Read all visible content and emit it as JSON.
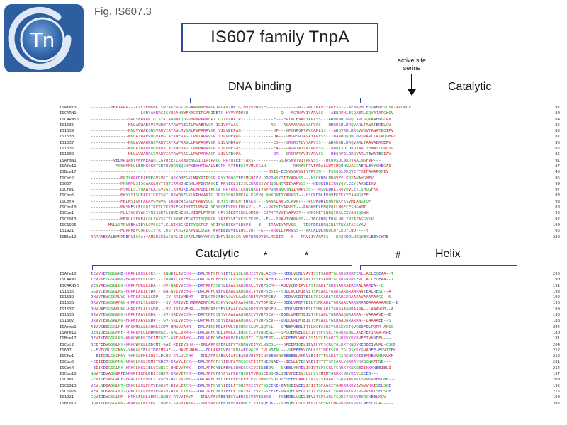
{
  "header": {
    "fig_label": "Fig. IS607.3",
    "title": "IS607 family TnpA",
    "logo_text": "Tn"
  },
  "annotations": {
    "top": {
      "active_site_line1": "active site",
      "active_site_line2": "serine",
      "dna_binding": "DNA binding",
      "catalytic": "Catalytic"
    },
    "bottom": {
      "catalytic": "Catalytic",
      "helix": "Helix",
      "star1": "*",
      "star2": "*",
      "hash": "#"
    }
  },
  "colors": {
    "bracket": "#2b4a9a",
    "residue_hydrophobic": "#cc2222",
    "residue_basic": "#cc22cc",
    "residue_acidic": "#2233cc",
    "residue_polar": "#22aa22",
    "residue_other": "#555555"
  },
  "alignment_top": [
    {
      "name": "ISAfe10",
      "seq": "--------MEPIRPP---LVLVFMGNKLSDYAKERGIGYRAANNWFKAGRIPGANIDETG HVVVPDPSE-------------R---MGTKAVIYARVSS---AENRPHLESQAERLSQYATARGWQV",
      "num": "97"
    },
    {
      "name": "ISCARN1",
      "seq": "--------------------LSDYAKERGIGYRAANNWFKAGRIPGANIDETG HVVVFDPSE-------------Q---MGTKAVIYARVSS---AENRPHLESQAERLSQYATARGWQV",
      "num": "80"
    },
    {
      "name": "ISCARN56",
      "seq": "---------------VRLSEWARRTGISYKTANNWTQDGVMPVRWRKLPT GTIVVDA-P-------------E---EPIVCEVALYARVSS---ADQRNDLDRQLARLSQYAAENGLRV",
      "num": "84"
    },
    {
      "name": "IS1535",
      "seq": "---------------MNLADWAESVGVNRHTAYRWFREGTLPVAERVGR ILIVKTAAS-------------AS---ASAAAGVVLYARVSS---HDRRSDLDRQVARLTAWATERDLGV",
      "num": "85"
    },
    {
      "name": "IS1539",
      "seq": "---------------MNLVVWAEGNGVARVIAYRWLRVGRLPVPARRVGR VILVDEPAG-------------QP---GPGNRGRTAVCARLSS---ADQVRDLDRQVVGVTAWATEQIPV",
      "num": "85"
    },
    {
      "name": "IS1538",
      "seq": "---------------MNLATWAERNGVAPGTAYRWFRAGLLPVTARRVGR VILVDEPAG-------------DA---GMGRSRTAVAYARVSS---DAADQQQDLDRQVARLTATAQGMPV",
      "num": "87"
    },
    {
      "name": "IS1537",
      "seq": "---------------MNLAVWARRNGVARVIAYRWFRAGLLPVPAQRVGR LILVNDPAV-------------ES---SRGRSTLVYARVSS---ADQKSDLDRQVARLTAAVAERGEPV",
      "num": "85"
    },
    {
      "name": "IS1536",
      "seq": "---------------MNLATWARRNGVARVTAYRWFRAGLLPVPARRVGR LILVDEIAS-------------EA---GAGRTATVAYARVSS---ADQKSDLDRQVARLTEWASTOPLSV",
      "num": "85"
    },
    {
      "name": "IS1602",
      "seq": "---------------MNLAVWARRSGVARVIAYRWFRAGLLPVPARKAGR LILVTDQPA-------------DR---SRSRATAVIYARVSS---HDQRPDLDRQVARLTEWATEQIAV",
      "num": "85"
    },
    {
      "name": "ISArma1",
      "seq": "---------VEDKPIAKYVKPKEAAQILGVHEETLRRWDENGSITIRTPAGQ RRYNVEEYTAKS----------GSDRSKVTVIYARVSS---HKQQSDLNRQVAALNSFVP---",
      "num": "91"
    },
    {
      "name": "ISAfe11",
      "seq": "----------MSNKKMNQLENKKQKKTSETEVNRNEQSHFKEHHRRWALLEGRH RYFDESCVVMLKGAN-----------RKNASPTVFFDALLWVIMQEHNVASGAERLEYYSHEGAI",
      "num": "87"
    },
    {
      "name": "ISBce17",
      "seq": "-----------------------------------------------------------------------MSIQ-EENVNGKVVIYTRVSN---PSQQDLDRQVEFFKIFANARGMIV",
      "num": "45"
    },
    {
      "name": "ISCbt2",
      "seq": "------------MNTYKPKDFAENEGVSVKTLQRKDMEGKLMAYRTPSGR RYYTHQQYEEYMGHIEV-QDRDNSKTIIYARVSS---NSQKDDLNRQVEFLKQYANAHGMEV",
      "num": "95"
    },
    {
      "name": "IS607",
      "seq": "------------MNNRMLSISQAAKLGVTIQTIRRWDNEGKLKPDKTAGGE RRYEKLSEISLERRKSIVVHQDLNTRIIYARVSS---HDQKEDLIRQVQYLEEYCAKGEIKV",
      "num": "99"
    },
    {
      "name": "ISCfe1",
      "seq": "------------MSKLLSISQAASKAIGVIGTIRRWDKEGKLKPDELTAGGE RRYRKLTLKNINKKIVNPPDNKNNKTNIIYARVSS---HSQKDDLIRQVQVLEYCSHQGFKV",
      "num": "97"
    },
    {
      "name": "ISCbo6",
      "seq": "------------MKYYSISQFAKLIGKTSQTLRRWDNEGKLKPHVARTG TRYYSQQLNNFLGLKSEVQLNNKQNIIYARVST---HSQKDDLERQVEKFKKYFANNGYEF",
      "num": "93"
    },
    {
      "name": "ISCbt4",
      "seq": "------------MELMSIGKFAKRVGVNVRTIRRWEAEGKLFPAWVSGG TRYYSTDQLNYFDKKR----NANKLAVGYCRVNT---PQQKDDLENQVNKFKSVMIANGYQF",
      "num": "93"
    },
    {
      "name": "ISCbo10",
      "seq": "------------MKSKEVLELLQITRFTLTKYVKEGKIHTITLPNGR YDYNQEDVFKLFNKGV---E---RKTYIYARVST---PKQKNDLENQVQLLMQFCFSHGWMI",
      "num": "88"
    },
    {
      "name": "ISCbe1",
      "seq": "------------MLLSVQKVAKIYNISSRTLINWENEGKLKIIPLPTPGR HRYSEEEVIKKLGMIK--EKPKFTVVIYARVST---NKQKEYLNRQIRKLEEYANSQGWK",
      "num": "95"
    },
    {
      "name": "ISC1913",
      "seq": "------------MERLLSFKEACQLIGVSSTTLRNWIKEGKITTYQSPGR YRIFYSEIKKYLEKPE---E---IRAVIYARVSS---TDQRDDLERQLNHLTNYATAGGYKV",
      "num": "92"
    },
    {
      "name": "ISC1926",
      "seq": "-------MNLLSTNVFEKAIEYLGVSSSTLKLWIKEGKIITYQSPGR YRIFYSEIKKYLEKPE---E---IRAVIYARVSS---TDQRDDLERQINLYTNYATAGGYKV",
      "num": "100"
    },
    {
      "name": "IS1921",
      "seq": "------------MLRPKEVCQRLGISYRTLQSYVKRGYIKPVILQGGR WRFEEEDVEKLMGIVR---K---RRVILYARVSS---NKQKDDLNRQLNYLEQYCWD----Y",
      "num": "95"
    },
    {
      "name": "ISBlo12",
      "seq": "ARRRAEKALEANRDERVISCorfAMLRSKEACQRLGISYATLREYYKRGYIKPVILQGGR WRFEEEDVEKLMGIIR---K---RRVIIYARVSS---NKQKDDLNRQVEYLEEYCKRE",
      "num": "289"
    }
  ],
  "alignment_bottom": [
    {
      "name": "ISAfe10",
      "seq": "IEVVKETGSGVND-HRRKLEKLLQRS---INNDILIVEHK---DRLTRFGFHYIDTLLSQLGRHIEVVNLAEHD---KEDLVQDLVAVIYSFSARMYGLRRSRRRTERLLACLEQEAA--T",
      "num": "206"
    },
    {
      "name": "ISCARN1",
      "seq": "IEVVKETGSGVND-HRRKLEKLLQRS---INNDILIVEHK---DRLTRFGFHYIDTLLSQLGRHIEVVNLAEHD---KEDLVQDLVAVIYSFSARMYGLRRSRRRTERLLACLEQEAA--T",
      "num": "190"
    },
    {
      "name": "ISCARN56",
      "seq": "VESVAEVGSGLNG-HRRKVWRLLLDA---HV-NAIVVEHR---DRFARFSSEYLEAALSARGRRLLVVDPSEM---ADLVQDMIAVLTSFCARLYGRRSARRAIRERALARREA--Q",
      "num": "191"
    },
    {
      "name": "IS1535",
      "seq": "GGVVCEVGSGLNG-HRRKLARILSDP---DA-NVIVVEHR---DRLARFGVEHLEAALSAQGRRIVVVDPSET---TDDLVCDMIEVLTSMCARLYGRRSARNRAMRAVTEALRESQ--A",
      "num": "193"
    },
    {
      "name": "IS1539",
      "seq": "DHVVTEVGSSALVG-HRRKFILLLGDP---IV-RRIVMEHR---DRLGRFGFECVQAVLAADGRRIVVVDPSEV---DDDVVQDITEILTSICARLYGRARGRRAARAVAAARAAGQ--N",
      "num": "192"
    },
    {
      "name": "IS1538",
      "seq": "DRVVTEVGSGAFNG-HRRKFLSLLRDP---SV-RRIVVEHRDRADRFCRLGSKYVQAAFAAQGRRLVVVDPSEV---DDDLVRDMTEILTSMCARLYGKRAAEARRNRRADAAAAAAAGE--D",
      "num": "196"
    },
    {
      "name": "IS1537",
      "seq": "DHVVAEGGSAMLNG-HRRKFLALLGDP---VV-IRIVVEHR---DRFCRFGSEYVEAALVAQGRRIVVVDPSEV---DDDLVRDMTEILTSMCARLYGRRAAQNRAARA--LAAAVGD--A",
      "num": "190"
    },
    {
      "name": "IS1536",
      "seq": "DRVVTEVGSGVNG-HRRKFPAYLRDL---SV-SRIVVEHR---DRFCRFGSEYVHAALAAQGRRIVVVDPSEV---DDDLVRDMTEILTSMCARLYGRRAAQNRARRA--VAAAAVD--D",
      "num": "190"
    },
    {
      "name": "IS1602",
      "seq": "DRVVTEVGSALNG-HRRKFAAVLRDP---GV-SRIVVEHR---DRFARFGSEYVEAALAAQGRRIVVVDPSEV---DDDLVRDMTEILTSMCARLYGKRAAQNRARRA--LAAAAEE--S",
      "num": "188"
    },
    {
      "name": "ISArma1",
      "seq": "AEVVSEIGGGLNF-KRSKMLALLGHHLSGDV-HMVVVAHR---DRLAINGFDLFRWLCEQNRCSLNVLNQTSL---SPEEMVEDLITILHCFSSRIYGRSKYKTQVKEDFDLPQRR-ANSS",
      "num": "204"
    },
    {
      "name": "ISAfe11",
      "seq": "DENVQEIGSGMNF--HRRRFLGLMDMQRGEI-GHLLVAHR---DRLVRFGYDLIMRLAIENGCEIVVVNQESL---SPQQEMVEDLLSIVTSFCSRIYGRRKKNKLAKEPEYIKVA-KRE",
      "num": "180"
    },
    {
      "name": "ISBce17",
      "seq": "DEVIKDIGSGLNY-KRKGWNRLIDKIMTGEI-GRIVVAHK---DRLVRFGYEWIKRVCEANGVEILTVNEEPT---VSPEEELVKDLISIVTCFSARIYGRRKYKKRVEEIVKNDFV---",
      "num": "181"
    },
    {
      "name": "ISCbt2",
      "seq": "DEIFEDVGSGLNY-KRKGWNKLLEDCMI-GAI-KIIIVSHK---DRLARFGFDFLEFVYKNNGVEIVVLNNESL---SPEEMIQDLIEVIHVFSCRLYGLRKYKNQVKEDDEIVNRL-QSGD",
      "num": "204"
    },
    {
      "name": "IS607",
      "seq": "--EVIQDLGSGMNY-YKKGLYELLIDRIMKAE---HAVIVAHK---DRLARFGVELIKNLAEKNGCELIVLNDTNL---SPEEEMVQDLLSIIHKFSCRLYGLRSYKKQVADEE-EGVTTEK",
      "num": "212"
    },
    {
      "name": "ISCfe1",
      "seq": "--EIIQDLGSGMNY-YKKGLFKLIWLILDGEV-KRLVLTHK---DRLARFGAELVIAFCEAKEVEIVIINKEEEVNVEEEEELAKDVLEIIYTFSARLYGSRKNKKKIDEMREVVNNNVKM",
      "num": "212"
    },
    {
      "name": "ISCbo6",
      "seq": "-EIIIDISSGMNN-NRKGLNKLIDMITKDEV-ERVVLIYK---DRLTRFGFSYIEHFLVNCGCKFIITVNEQNAE---IEVLLTEQVRDIIYTVTSFCGRLYGRRRYKKSQNKPFNE---",
      "num": "201"
    },
    {
      "name": "ISCbt4",
      "seq": "-EIIKDIGSGLNY-KRKGLKKLIELVINNSI-HHIVVTHK---DRLARFGYELFEHLCEHKGCKIVIINEEDN---SKEELYNRDLIQIVTCFSGRLYGRRKYKNKNEIIKKKNEEIELI",
      "num": "214"
    },
    {
      "name": "ISCbo10",
      "seq": "NNVFQDVASGIRFDNRKRFIKMLDDIIQNKV-ERVVITYK---DRLTRFGFEYFYLFRKYNCKIVVMNSEIGSKDLSDEVFEEIVSLLHCYSMRMYGRRKCNRYKEVLQEED---",
      "num": "197"
    },
    {
      "name": "ISCbe1",
      "seq": "-EVISEIASGVDF-HRRGLLKLVDKIIRGEV-DKLVVSHK---DRLARFGYELIEFFFESEFVCEVLVMNSESDIDIESEEELAKDLIAIVTSFAARIYGQRAMKNKKSVNKRVEKLNE---",
      "num": "200"
    },
    {
      "name": "ISC1913",
      "seq": "VEVLNDIASGLNT-QRKGLLKLFKVVEGRSV-DIVLITYK---DRLTRFGYEYIEELFTGNIVKIEVVYGSEEKE-DATQEIVEDLISIITSFAGKIYGMRRRKKVIVGVVKKISELSGE",
      "num": "192"
    },
    {
      "name": "ISC1926",
      "seq": "VEVLNDIASGLNT-QRKGLLKLFKVVEGRSV-DIVLITYK---DRLTRFGYEYIEELFTGNIVKIEVVYGSEEKE-DATQELVEDLISIITSFAGKIYGMRRRKKVIVGVVKKISELSGE",
      "num": "215"
    },
    {
      "name": "IS1921",
      "seq": "GQVIDDVGSGLNM--KRKGFLKLLEMILNNEV-RRVVIAYP---DRLVRFGFEEIECVAEHCKSVEVINEKE---TKEEDELVQDLIEVLTSFSARLYGQRSYKKKVENRCKEELKQV",
      "num": "190"
    },
    {
      "name": "ISBlo12",
      "seq": "DQVIIDIGSGLNN--KRKGLLKLLERILNNEV-SRVVIAYP---DRLVRFGFEEIEVCHAHDCEIVVINQEDK---SPEQELLSDLIEVILSFSGKLMGRRSHKKVKKCAEELKQA-----",
      "num": "396"
    }
  ]
}
